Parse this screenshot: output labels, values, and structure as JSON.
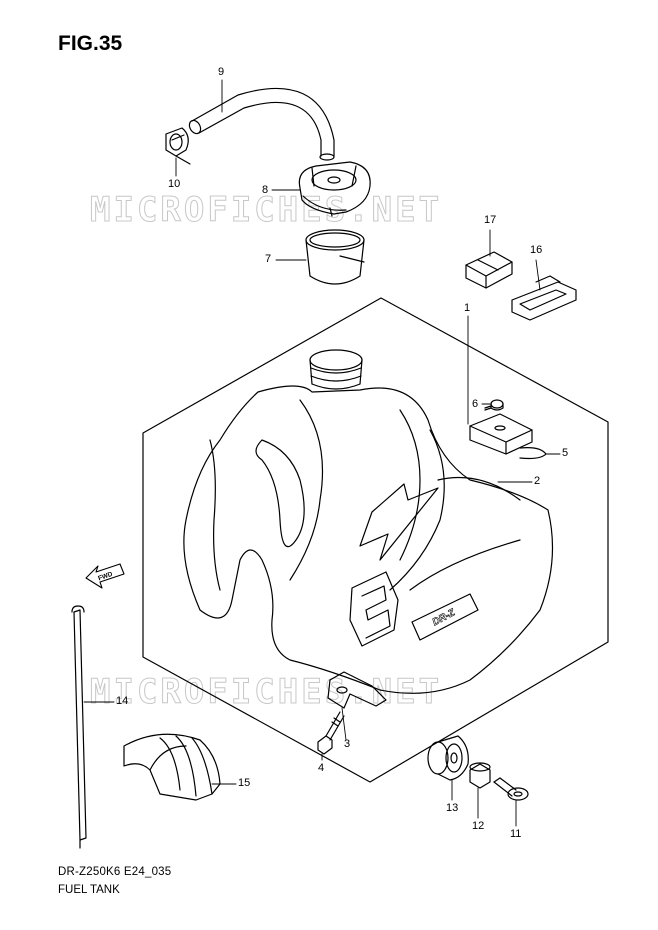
{
  "figure": {
    "title": "FIG.35",
    "model_code": "DR-Z250K6 E24_035",
    "section_name": "FUEL TANK"
  },
  "watermark": {
    "text": "MICROFICHES.NET"
  },
  "callouts": {
    "c1": "1",
    "c2": "2",
    "c3": "3",
    "c4": "4",
    "c5": "5",
    "c6": "6",
    "c7": "7",
    "c8": "8",
    "c9": "9",
    "c10": "10",
    "c11": "11",
    "c12": "12",
    "c13": "13",
    "c14": "14",
    "c15": "15",
    "c16": "16",
    "c17": "17"
  },
  "fwd_arrow": {
    "label": "FWD"
  },
  "tank_decal": {
    "logo_text": "DR-Z"
  },
  "colors": {
    "line": "#000000",
    "background": "#ffffff",
    "watermark_outline": "#c8c8c8"
  }
}
